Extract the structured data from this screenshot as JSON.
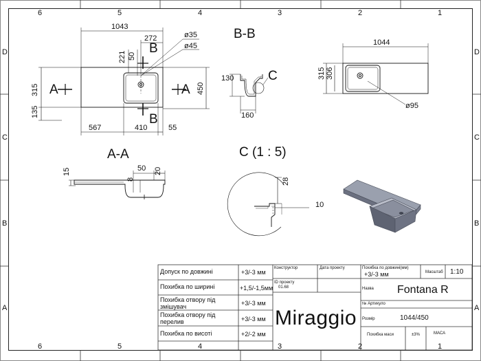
{
  "zones": {
    "columns": [
      "6",
      "5",
      "4",
      "3",
      "2",
      "1"
    ],
    "rows": [
      "D",
      "C",
      "B",
      "A"
    ]
  },
  "sections": {
    "bb": "B-B",
    "aa": "A-A",
    "c_detail": "C (1 : 5)",
    "c_callout": "C",
    "marker_a": "A",
    "marker_b": "B"
  },
  "dimensions": {
    "plan": {
      "total_length": "1043",
      "hole_offset": "272",
      "hole_d1": "ø35",
      "hole_d2": "ø45",
      "v221": "221",
      "v50": "50",
      "depth_315": "315",
      "depth_450": "450",
      "v135": "135",
      "left_567": "567",
      "bowl_410": "410",
      "right_55": "55"
    },
    "bb": {
      "h130": "130",
      "w160": "160"
    },
    "iso_plan": {
      "length_1044": "1044",
      "v315": "315",
      "v306": "306",
      "drain_95": "ø95"
    },
    "aa": {
      "v15": "15",
      "v50": "50",
      "v20": "20",
      "v8": "8"
    },
    "c_detail": {
      "v28": "28",
      "v10": "10"
    }
  },
  "title_block": {
    "rows": [
      {
        "label": "Допуск по довжині",
        "value": "+3/-3 мм"
      },
      {
        "label": "Похибка по ширині",
        "value": "+1,5/-1,5мм"
      },
      {
        "label": "Похибка отвору під змішувач",
        "value": "+3/-3 мм"
      },
      {
        "label": "Похибка отвору під перелив",
        "value": "+3/-3 мм"
      },
      {
        "label": "Похибка по висоті",
        "value": "+2/-2 мм"
      }
    ],
    "constructor_label": "Конструктор",
    "date_label": "Дата проекту",
    "id_label": "ID проекту",
    "id_value": "01.68",
    "length_tol_label": "Похибка по довжині(мм)",
    "length_tol_value": "+3/-3 мм",
    "scale_label": "Масштаб",
    "scale_value": "1:10",
    "name_label": "Назва",
    "name_value": "Fontana R",
    "article_label": "№ Артикуло",
    "size_label": "Розмір",
    "size_value": "1044/450",
    "mass_tol_label": "Похибка маси",
    "mass_tol_value": "±3%",
    "mass_label": "МАСА",
    "brand": "Miraggio"
  },
  "colors": {
    "line": "#111111",
    "render_fill": "#8a8f9e",
    "render_light": "#b9bdc9",
    "render_dark": "#5e6372"
  }
}
